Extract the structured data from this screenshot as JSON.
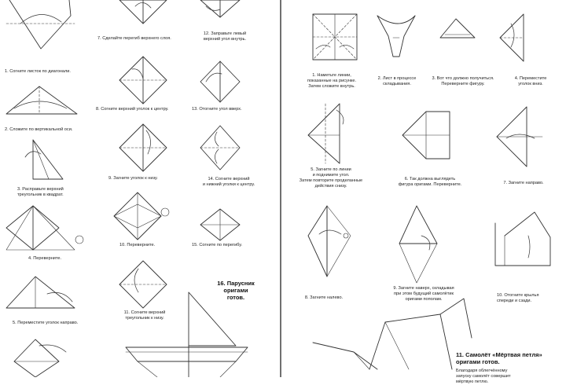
{
  "left_page": {
    "steps": [
      "1. Согните листок по диагонали.",
      "2. Сложите по вертикальной оси.",
      "3. Расправьте верхний\nтреугольник в квадрат.",
      "4. Переверните.",
      "5. Переместите уголок направо.",
      "7. Сделайте перегиб верхнего слоя.",
      "8. Согните верхний уголок к центру.",
      "9. Загните уголок к низу.",
      "10. Переверните.",
      "11. Согните верхний\nтреугольник к низу.",
      "12. Заправьте левый\nверхний угол внутрь.",
      "13. Отогните угол вверх.",
      "14. Согните верхний\nи нижний уголки к центру.",
      "15. Согните по перегибу."
    ],
    "final_title": "16. Парусник\nоригами\nготов."
  },
  "right_page": {
    "steps": [
      "1. Наметьте линии,\nпоказанные на рисунке.\nЗатем сложите внутрь.",
      "2. Лист в процессе\nскладывания.",
      "3. Вот что должно получиться.\nПереверните фигуру.",
      "4. Переместите\nуголок вниз.",
      "5. Загните по линии\nи поднимите угол.\nЗатем повторите проделанные\nдействия снизу.",
      "6. Так должна выглядеть\nфигура оригами. Переверните.",
      "7. Загните направо.",
      "8. Загните налево.",
      "9. Загните наверх, складывая\nпри этом будущий самолётик\nоригами пополам.",
      "10. Отогните крылья\nспереди и сзади."
    ],
    "final_title": "11. Самолёт «Мёртвая петля»\nоригами готов.",
    "final_desc": "Благодаря облегчённому\nзапуску самолёт совершит\nмёртвую петлю."
  }
}
